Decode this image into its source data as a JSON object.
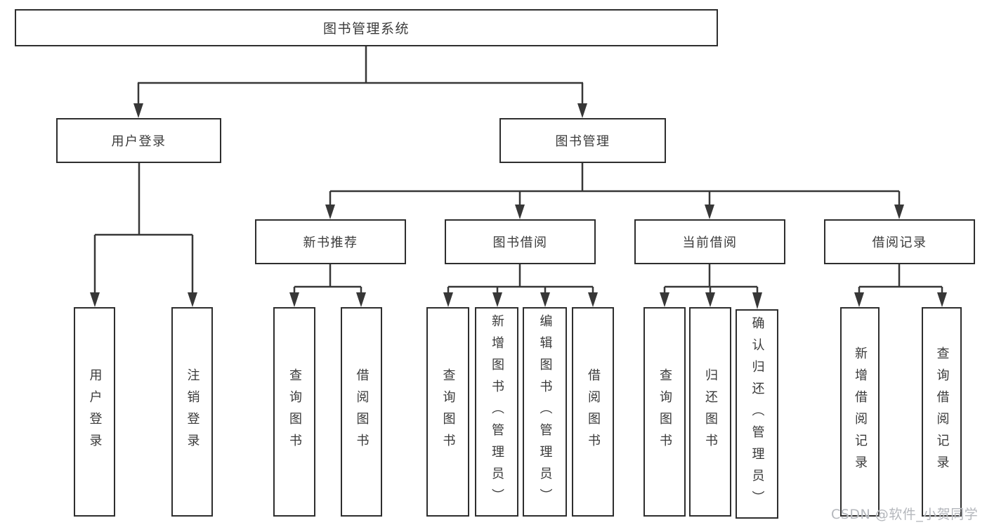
{
  "colors": {
    "line": "#373737",
    "box_border": "#2e2e2e",
    "text": "#3a3a3a",
    "watermark_text_color": "#b4b7bc",
    "background": "#ffffff"
  },
  "watermark": {
    "text": "CSDN @软件_小贺同学"
  },
  "diagram": {
    "tree": {
      "label": "图书管理系统",
      "children": [
        {
          "label": "用户登录",
          "children": [
            {
              "label": "用户登录"
            },
            {
              "label": "注销登录"
            }
          ]
        },
        {
          "label": "图书管理",
          "children": [
            {
              "label": "新书推荐",
              "children": [
                {
                  "label": "查询图书"
                },
                {
                  "label": "借阅图书"
                }
              ]
            },
            {
              "label": "图书借阅",
              "children": [
                {
                  "label": "查询图书"
                },
                {
                  "label": "新增图书（管理员）"
                },
                {
                  "label": "编辑图书（管理员）"
                },
                {
                  "label": "借阅图书"
                }
              ]
            },
            {
              "label": "当前借阅",
              "children": [
                {
                  "label": "查询图书"
                },
                {
                  "label": "归还图书"
                },
                {
                  "label": "确认归还（管理员）"
                }
              ]
            },
            {
              "label": "借阅记录",
              "children": [
                {
                  "label": "新增借阅记录"
                },
                {
                  "label": "查询借阅记录"
                }
              ]
            }
          ]
        }
      ]
    }
  }
}
